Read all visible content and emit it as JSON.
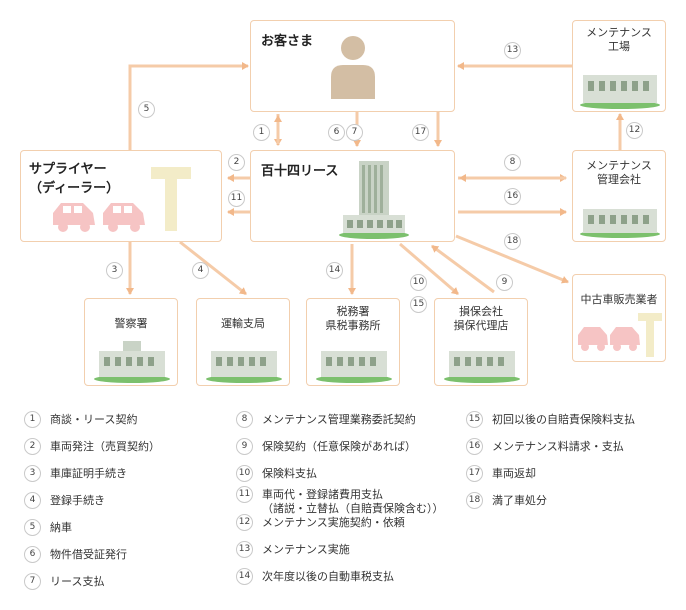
{
  "nodes": {
    "customer": "お客さま",
    "supplier": "サプライヤー\n（ディーラー）",
    "lease": "百十四リース",
    "maint_factory": "メンテナンス\n工場",
    "maint_mgmt": "メンテナンス\n管理会社",
    "used_car": "中古車販売業者",
    "police": "警察署",
    "transport": "運輸支局",
    "tax": "税務署\n県税事務所",
    "insurance": "損保会社\n損保代理店"
  },
  "step_numbers": [
    "1",
    "2",
    "3",
    "4",
    "5",
    "6",
    "7",
    "8",
    "9",
    "10",
    "11",
    "12",
    "13",
    "14",
    "15",
    "16",
    "17",
    "18"
  ],
  "legend": [
    {
      "num": "1",
      "text": "商談・リース契約"
    },
    {
      "num": "2",
      "text": "車両発注（売買契約）"
    },
    {
      "num": "3",
      "text": "車庫証明手続き"
    },
    {
      "num": "4",
      "text": "登録手続き"
    },
    {
      "num": "5",
      "text": "納車"
    },
    {
      "num": "6",
      "text": "物件借受証発行"
    },
    {
      "num": "7",
      "text": "リース支払"
    },
    {
      "num": "8",
      "text": "メンテナンス管理業務委託契約"
    },
    {
      "num": "9",
      "text": "保険契約（任意保険があれば）"
    },
    {
      "num": "10",
      "text": "保険料支払"
    },
    {
      "num": "11",
      "text": "車両代・登録諸費用支払\n（諸説・立替払（自賠責保険含む））"
    },
    {
      "num": "12",
      "text": "メンテナンス実施契約・依頼"
    },
    {
      "num": "13",
      "text": "メンテナンス実施"
    },
    {
      "num": "14",
      "text": "次年度以後の自動車税支払"
    },
    {
      "num": "15",
      "text": "初回以後の自賠責保険料支払"
    },
    {
      "num": "16",
      "text": "メンテナンス料請求・支払"
    },
    {
      "num": "17",
      "text": "車両返却"
    },
    {
      "num": "18",
      "text": "満了車処分"
    }
  ],
  "colors": {
    "arrow": "#f5c9a3",
    "border": "#f2cfae",
    "building": "#c9d3c6",
    "car": "#f6c4c4",
    "person": "#d3bea4"
  }
}
